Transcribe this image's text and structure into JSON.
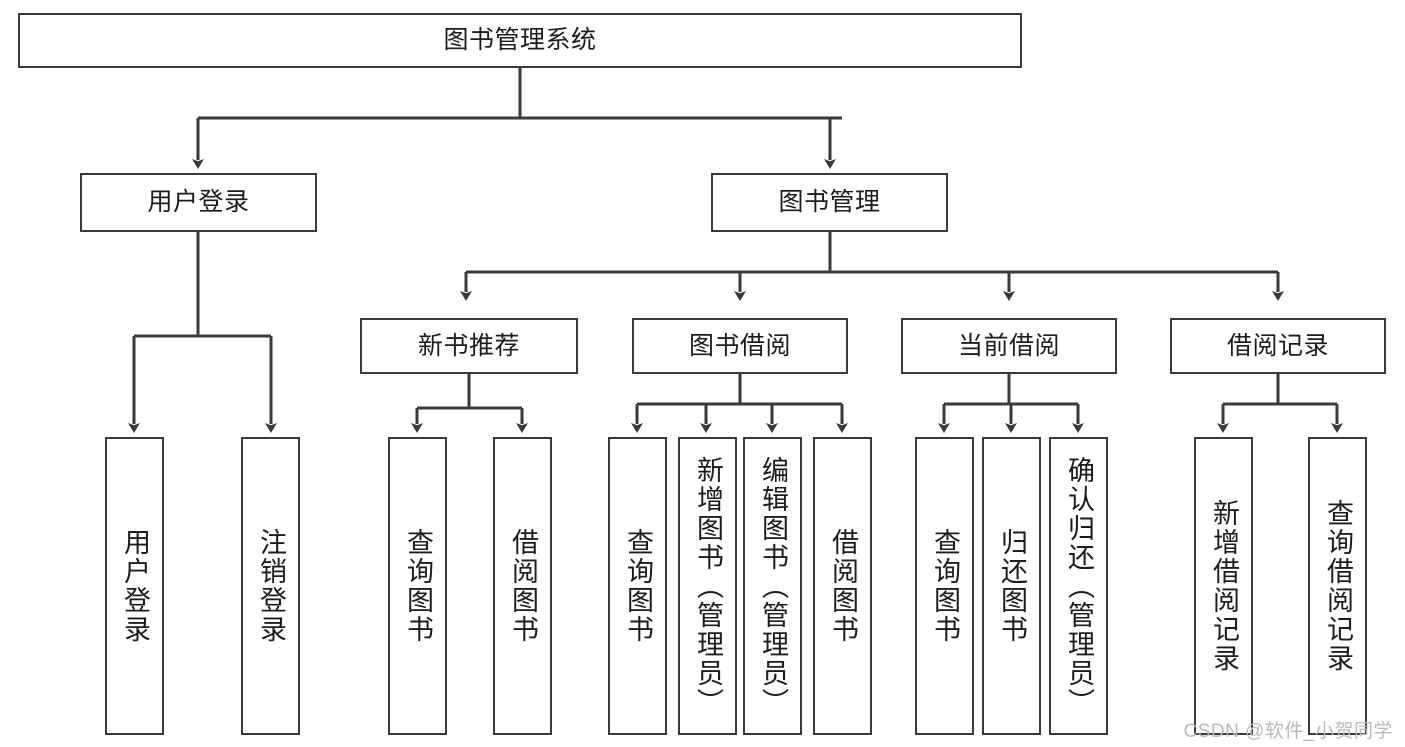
{
  "diagram": {
    "title": "图书管理系统",
    "type": "tree-hierarchy-diagram",
    "watermark": "CSDN @软件_小贺同学",
    "colors": {
      "stroke": "#3a3a3a",
      "fill": "#ffffff",
      "text": "#1c1c1c",
      "watermark": "#b9b9b9"
    },
    "root": {
      "label": "图书管理系统"
    },
    "level2": [
      {
        "label": "用户登录"
      },
      {
        "label": "图书管理"
      }
    ],
    "level3": [
      {
        "label": "新书推荐"
      },
      {
        "label": "图书借阅"
      },
      {
        "label": "当前借阅"
      },
      {
        "label": "借阅记录"
      }
    ],
    "leaves": {
      "user_login": [
        {
          "label": "用户登录"
        },
        {
          "label": "注销登录"
        }
      ],
      "new_book_recommend": [
        {
          "label": "查询图书"
        },
        {
          "label": "借阅图书"
        }
      ],
      "book_borrow": [
        {
          "label": "查询图书"
        },
        {
          "label": "新增图书（管理员）"
        },
        {
          "label": "编辑图书（管理员）"
        },
        {
          "label": "借阅图书"
        }
      ],
      "current_borrow": [
        {
          "label": "查询图书"
        },
        {
          "label": "归还图书"
        },
        {
          "label": "确认归还（管理员）"
        }
      ],
      "borrow_record": [
        {
          "label": "新增借阅记录"
        },
        {
          "label": "查询借阅记录"
        }
      ]
    }
  }
}
